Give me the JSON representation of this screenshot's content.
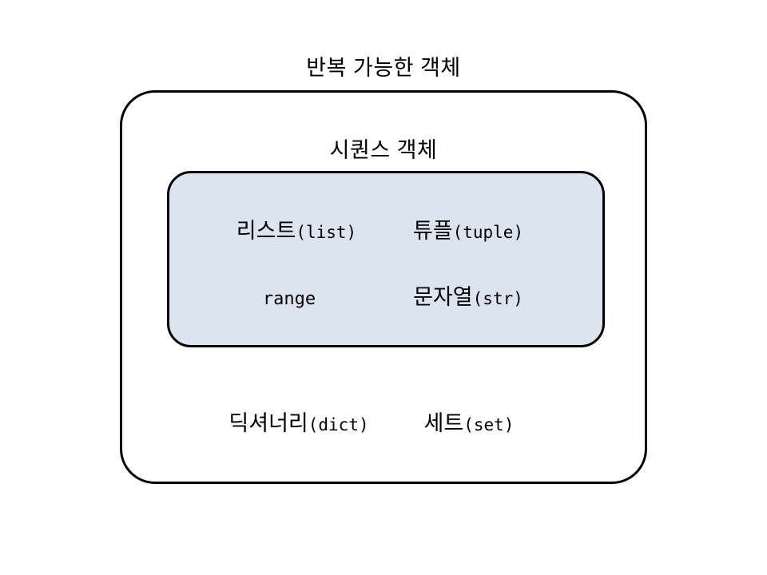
{
  "diagram": {
    "type": "venn-nested-set",
    "background_color": "#ffffff",
    "outer": {
      "title": "반복 가능한 객체",
      "fill_color": "#ffffff",
      "stroke_color": "#000000",
      "members": [
        {
          "ko": "딕셔너리",
          "en": "(dict)"
        },
        {
          "ko": "세트",
          "en": "(set)"
        }
      ]
    },
    "inner": {
      "title": "시퀀스 객체",
      "fill_color": "#dce4f0",
      "stroke_color": "#000000",
      "members": [
        {
          "ko": "리스트",
          "en": "(list)"
        },
        {
          "ko": "튜플",
          "en": "(tuple)"
        },
        {
          "ko": "",
          "en": "range"
        },
        {
          "ko": "문자열",
          "en": "(str)"
        }
      ]
    }
  }
}
